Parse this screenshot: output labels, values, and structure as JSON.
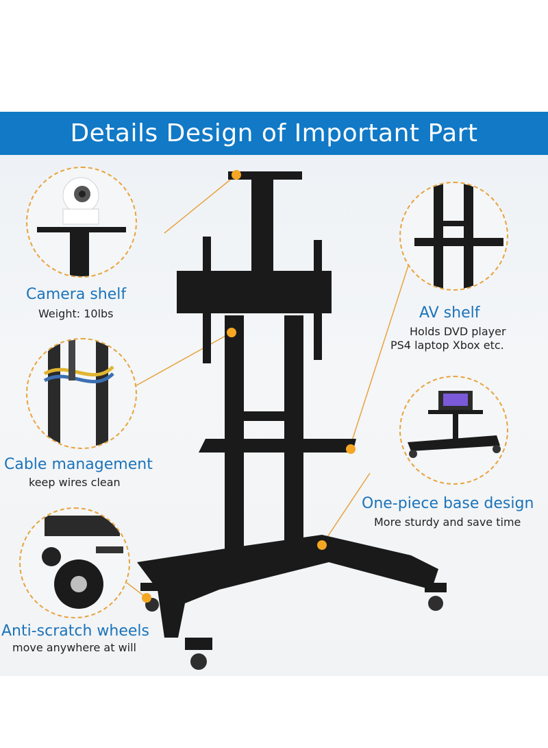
{
  "banner": {
    "title": "Details Design of Important Part"
  },
  "callouts": {
    "camera": {
      "title": "Camera shelf",
      "sub": "Weight: 10lbs"
    },
    "av": {
      "title": "AV shelf",
      "sub1": "Holds DVD player",
      "sub2": "PS4 laptop Xbox etc."
    },
    "cable": {
      "title": "Cable management",
      "sub": "keep wires clean"
    },
    "base": {
      "title": "One-piece base design",
      "sub": "More sturdy and save time"
    },
    "wheels": {
      "title": "Anti-scratch wheels",
      "sub": "move anywhere at will"
    }
  },
  "colors": {
    "banner": "#1179c6",
    "accent": "#f5a623",
    "title_text": "#1b73b9"
  }
}
